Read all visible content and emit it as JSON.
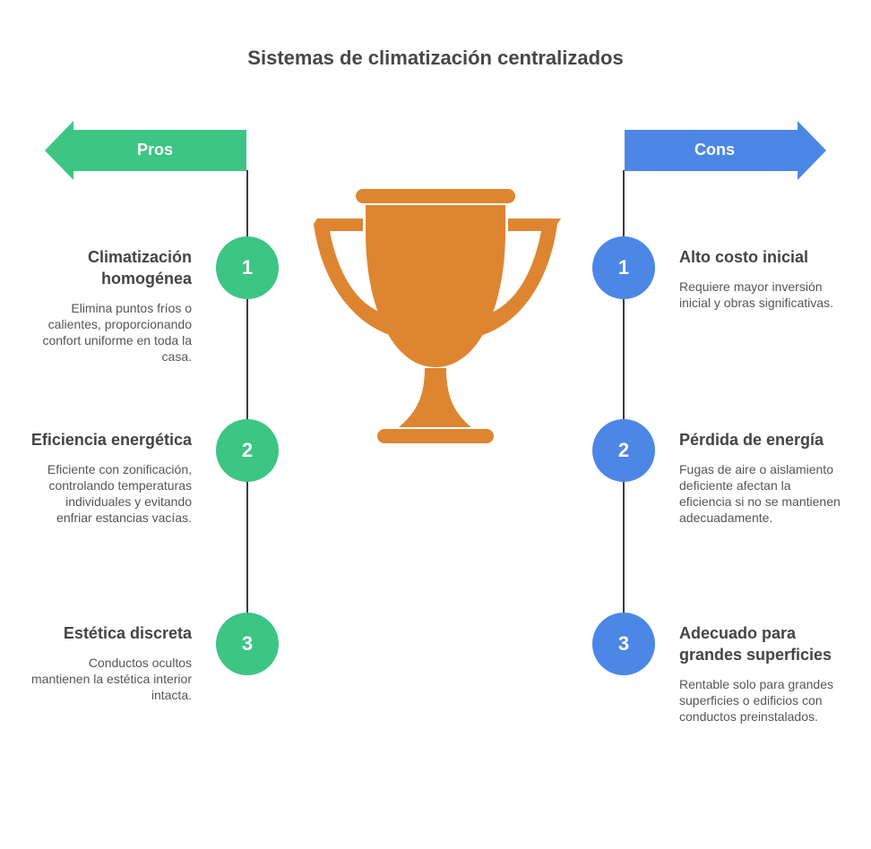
{
  "title": "Sistemas de climatización centralizados",
  "colors": {
    "pros": "#3CC583",
    "cons": "#4C87E5",
    "trophy": "#DE8531"
  },
  "pros": {
    "label": "Pros",
    "items": [
      {
        "num": "1",
        "heading": "Climatización homogénea",
        "desc": "Elimina puntos fríos o calientes, proporcionando confort uniforme en toda la casa."
      },
      {
        "num": "2",
        "heading": "Eficiencia energética",
        "desc": "Eficiente con zonificación, controlando temperaturas individuales y evitando enfriar estancias vacías."
      },
      {
        "num": "3",
        "heading": "Estética discreta",
        "desc": "Conductos ocultos mantienen la estética interior intacta."
      }
    ]
  },
  "cons": {
    "label": "Cons",
    "items": [
      {
        "num": "1",
        "heading": "Alto costo inicial",
        "desc": "Requiere mayor inversión inicial y obras significativas."
      },
      {
        "num": "2",
        "heading": "Pérdida de energía",
        "desc": "Fugas de aire o aislamiento deficiente afectan la eficiencia si no se mantienen adecuadamente."
      },
      {
        "num": "3",
        "heading": "Adecuado para grandes superficies",
        "desc": "Rentable solo para grandes superficies o edificios con conductos preinstalados."
      }
    ]
  }
}
